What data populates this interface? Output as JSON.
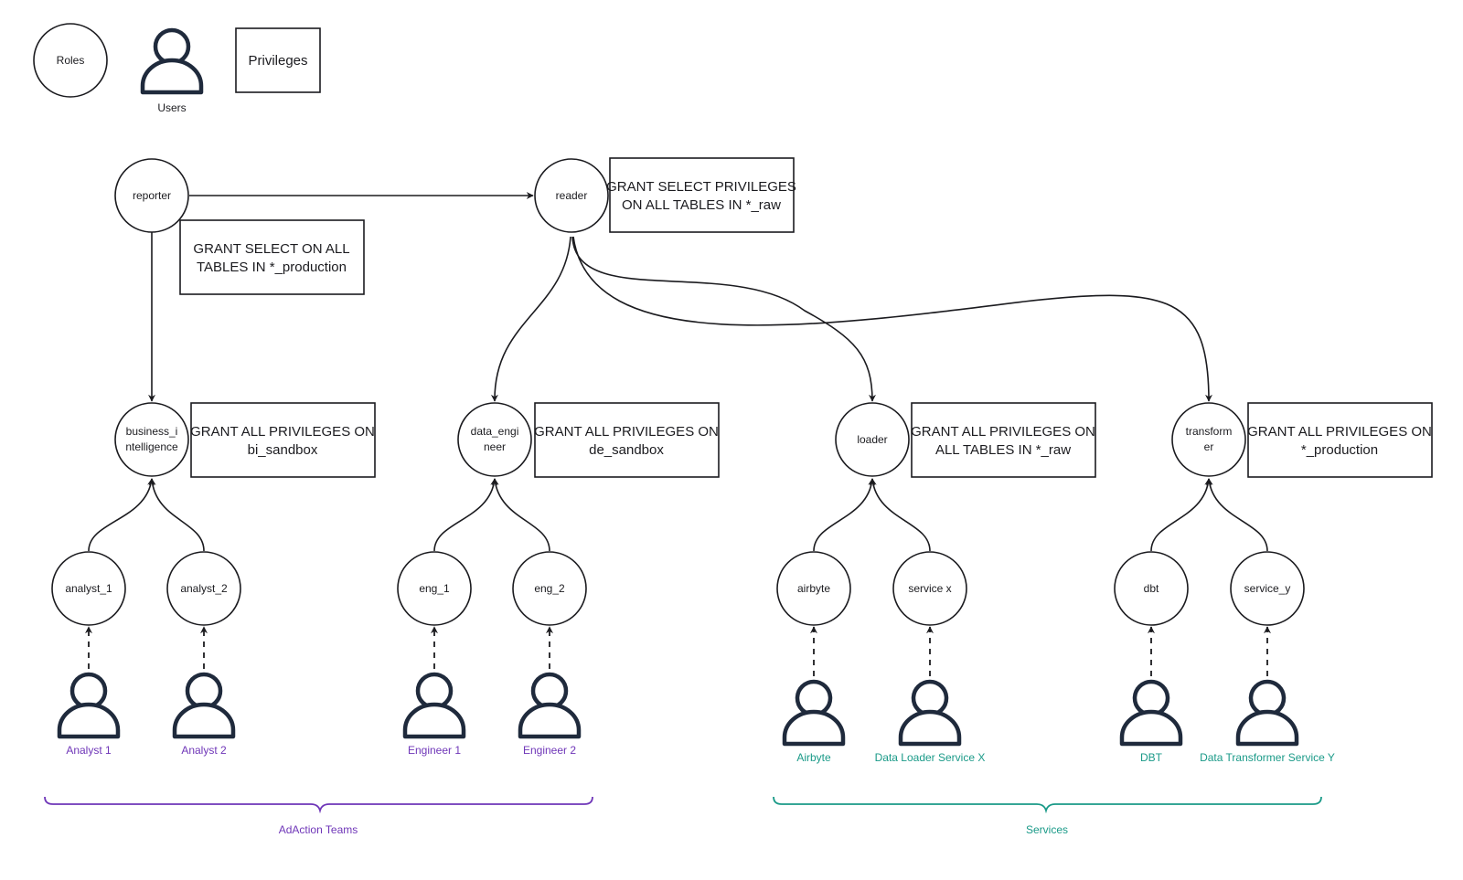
{
  "colors": {
    "ink": "#1b1b1f",
    "user_icon": "#1f2a3c",
    "teams": "#6f36b8",
    "services": "#1a9a88"
  },
  "legend": {
    "roles": "Roles",
    "users": "Users",
    "privileges": "Privileges"
  },
  "roles": {
    "reporter": [
      "reporter"
    ],
    "reader": [
      "reader"
    ],
    "business_intelligence": [
      "business_i",
      "ntelligence"
    ],
    "data_engineer": [
      "data_engi",
      "neer"
    ],
    "loader": [
      "loader"
    ],
    "transformer": [
      "transform",
      "er"
    ],
    "analyst_1": [
      "analyst_1"
    ],
    "analyst_2": [
      "analyst_2"
    ],
    "eng_1": [
      "eng_1"
    ],
    "eng_2": [
      "eng_2"
    ],
    "airbyte": [
      "airbyte"
    ],
    "service_x": [
      "service x"
    ],
    "dbt": [
      "dbt"
    ],
    "service_y": [
      "service_y"
    ]
  },
  "privileges": {
    "reporter": [
      "GRANT SELECT ON ALL",
      "TABLES IN *_production"
    ],
    "reader": [
      "GRANT SELECT PRIVILEGES",
      "ON ALL TABLES IN *_raw"
    ],
    "business_intelligence": [
      "GRANT ALL PRIVILEGES ON",
      "bi_sandbox"
    ],
    "data_engineer": [
      "GRANT ALL PRIVILEGES ON",
      "de_sandbox"
    ],
    "loader": [
      "GRANT ALL PRIVILEGES ON",
      "ALL TABLES IN *_raw"
    ],
    "transformer": [
      "GRANT ALL PRIVILEGES ON",
      "*_production"
    ]
  },
  "users": {
    "analyst_1": "Analyst 1",
    "analyst_2": "Analyst 2",
    "engineer_1": "Engineer 1",
    "engineer_2": "Engineer 2",
    "airbyte": "Airbyte",
    "service_x": "Data Loader Service X",
    "dbt": "DBT",
    "service_y": "Data Transformer Service Y"
  },
  "groups": {
    "teams": "AdAction Teams",
    "services": "Services"
  }
}
